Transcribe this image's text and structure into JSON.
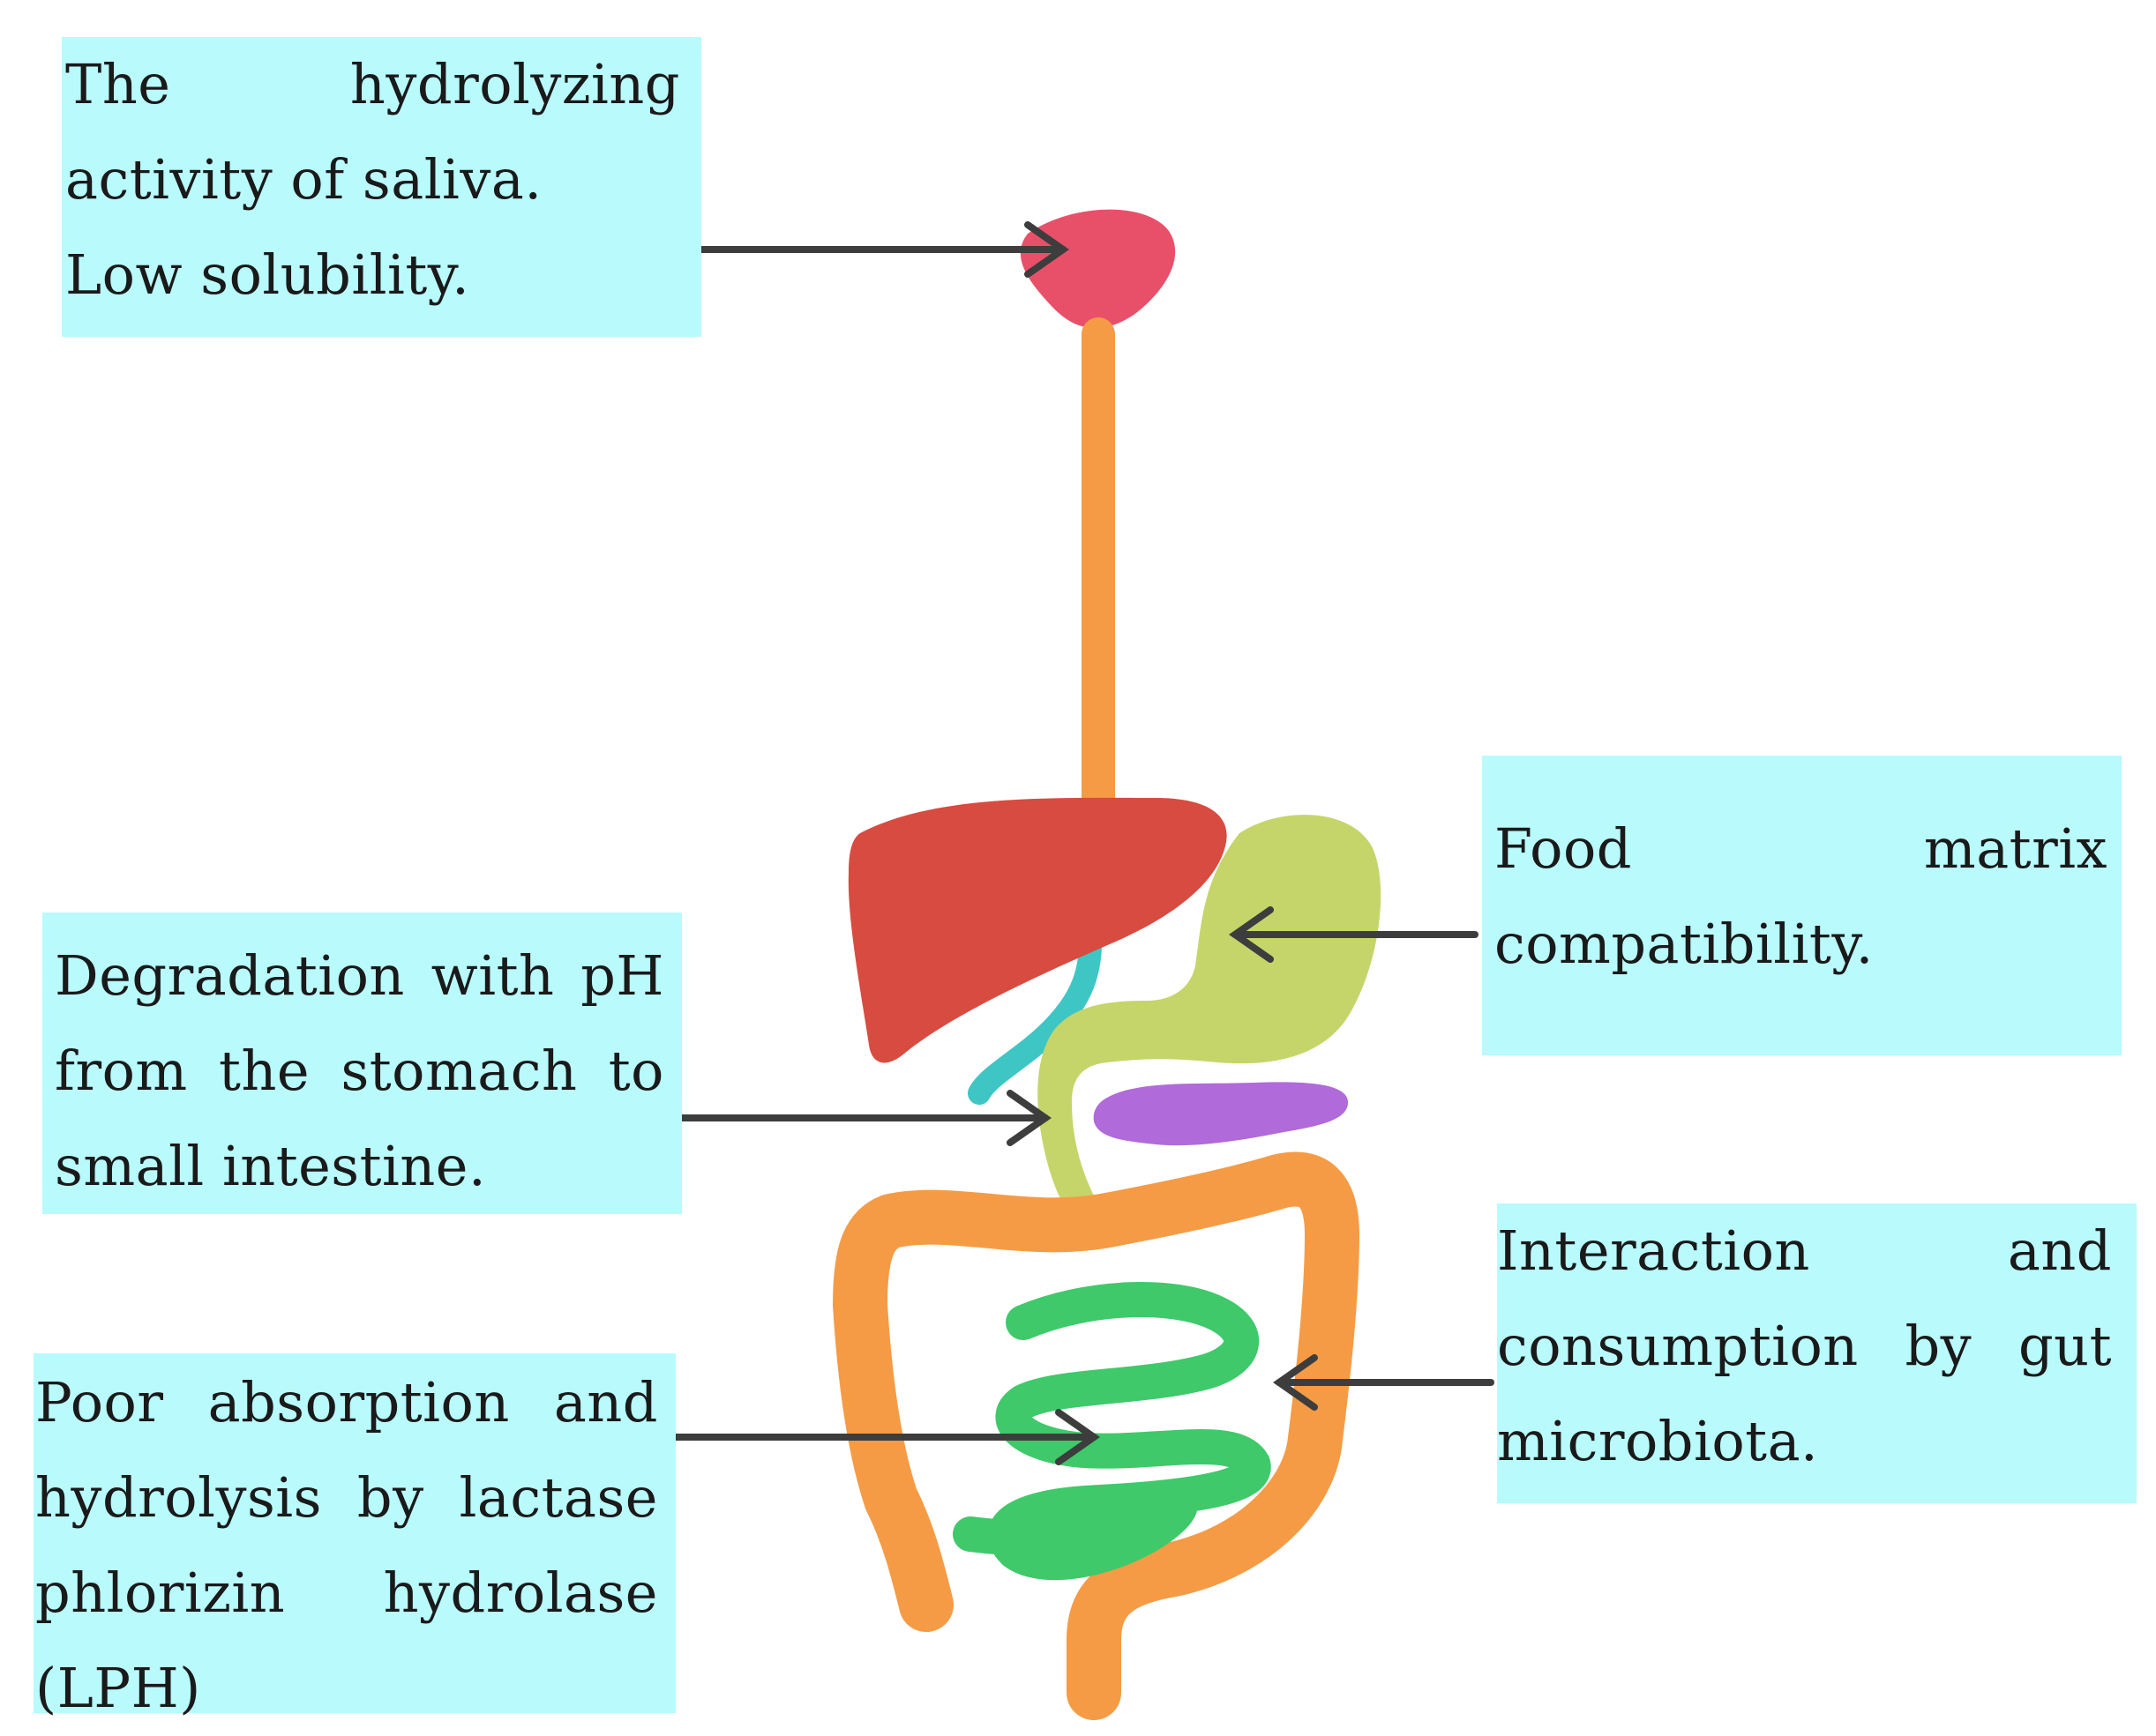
{
  "labels": {
    "mouth": "The hydrolyzing activity of saliva. Low solubility.",
    "mouth_line1": "The hydrolyzing activity of saliva.",
    "mouth_line2": "Low solubility.",
    "stomach": "Food matrix compatibility.",
    "ph": "Degradation with pH from the stomach to small intestine.",
    "microbiota": "Interaction and consumption by gut microbiota.",
    "lph": "Poor absorption and hydrolysis by lactase phlorizin hydrolase (LPH)"
  },
  "colors": {
    "label_bg": "#b9fafd",
    "arrow": "#3d3d3d",
    "mouth": "#e8506a",
    "esophagus": "#f59b45",
    "liver": "#d84b40",
    "stomach": "#c5d56a",
    "bile_duct": "#3ec6c4",
    "pancreas": "#b06ad9",
    "small_intestine": "#3fc96a",
    "large_intestine": "#f59b45"
  }
}
